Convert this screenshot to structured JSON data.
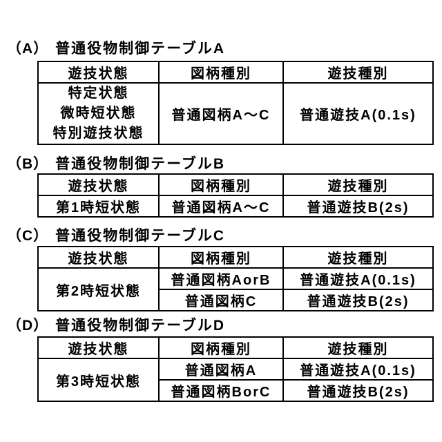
{
  "page": {
    "background_color": "#ffffff",
    "text_color": "#000000",
    "border_color": "#000000"
  },
  "sections": [
    {
      "label": "（A）",
      "title": "普通役物制御テーブルA",
      "headers": {
        "state": "遊技状態",
        "pattern": "図柄種別",
        "game": "遊技種別"
      },
      "state_lines": [
        "特定状態",
        "微時短状態",
        "特別遊技状態"
      ],
      "entries": [
        {
          "pattern": "普通図柄A～C",
          "game": "普通遊技A(0.1s)"
        }
      ]
    },
    {
      "label": "（B）",
      "title": "普通役物制御テーブルB",
      "headers": {
        "state": "遊技状態",
        "pattern": "図柄種別",
        "game": "遊技種別"
      },
      "state_lines": [
        "第1時短状態"
      ],
      "entries": [
        {
          "pattern": "普通図柄A～C",
          "game": "普通遊技B(2s)"
        }
      ]
    },
    {
      "label": "（C）",
      "title": "普通役物制御テーブルC",
      "headers": {
        "state": "遊技状態",
        "pattern": "図柄種別",
        "game": "遊技種別"
      },
      "state_lines": [
        "第2時短状態"
      ],
      "entries": [
        {
          "pattern": "普通図柄AorB",
          "game": "普通遊技A(0.1s)"
        },
        {
          "pattern": "普通図柄C",
          "game": "普通遊技B(2s)"
        }
      ]
    },
    {
      "label": "（D）",
      "title": "普通役物制御テーブルD",
      "headers": {
        "state": "遊技状態",
        "pattern": "図柄種別",
        "game": "遊技種別"
      },
      "state_lines": [
        "第3時短状態"
      ],
      "entries": [
        {
          "pattern": "普通図柄A",
          "game": "普通遊技A(0.1s)"
        },
        {
          "pattern": "普通図柄BorC",
          "game": "普通遊技B(2s)"
        }
      ]
    }
  ]
}
